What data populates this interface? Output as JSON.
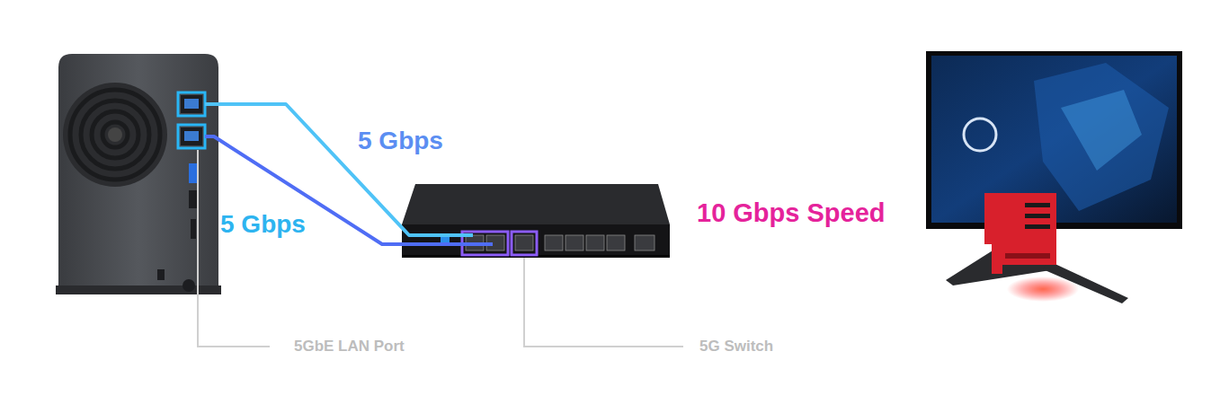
{
  "diagram": {
    "labels": [
      "5 Gbps",
      "5 Gbps",
      "10 Gbps Speed",
      "5GbE LAN Port",
      "5G Switch"
    ]
  }
}
